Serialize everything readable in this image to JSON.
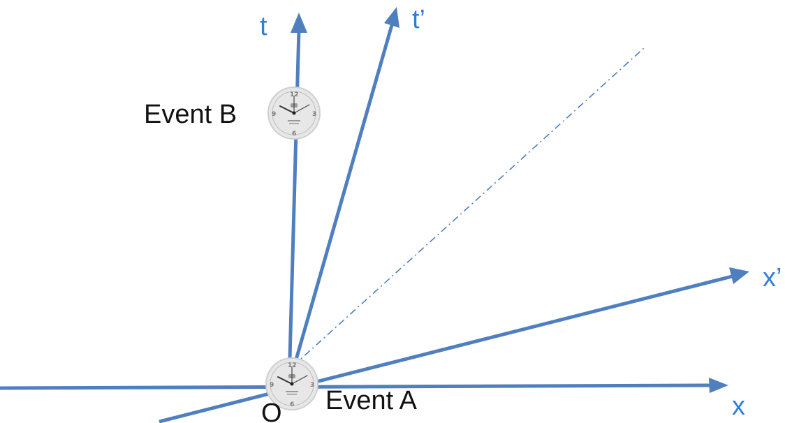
{
  "axes": {
    "t": "t",
    "t_prime": "t’",
    "x": "x",
    "x_prime": "x’"
  },
  "origin_label": "O",
  "events": {
    "a": "Event A",
    "b": "Event B"
  },
  "colors": {
    "axis": "#4f7fbe",
    "axis_label": "#2f7fd6",
    "text": "#111111"
  },
  "icons": {
    "event_marker": "clock-icon"
  }
}
